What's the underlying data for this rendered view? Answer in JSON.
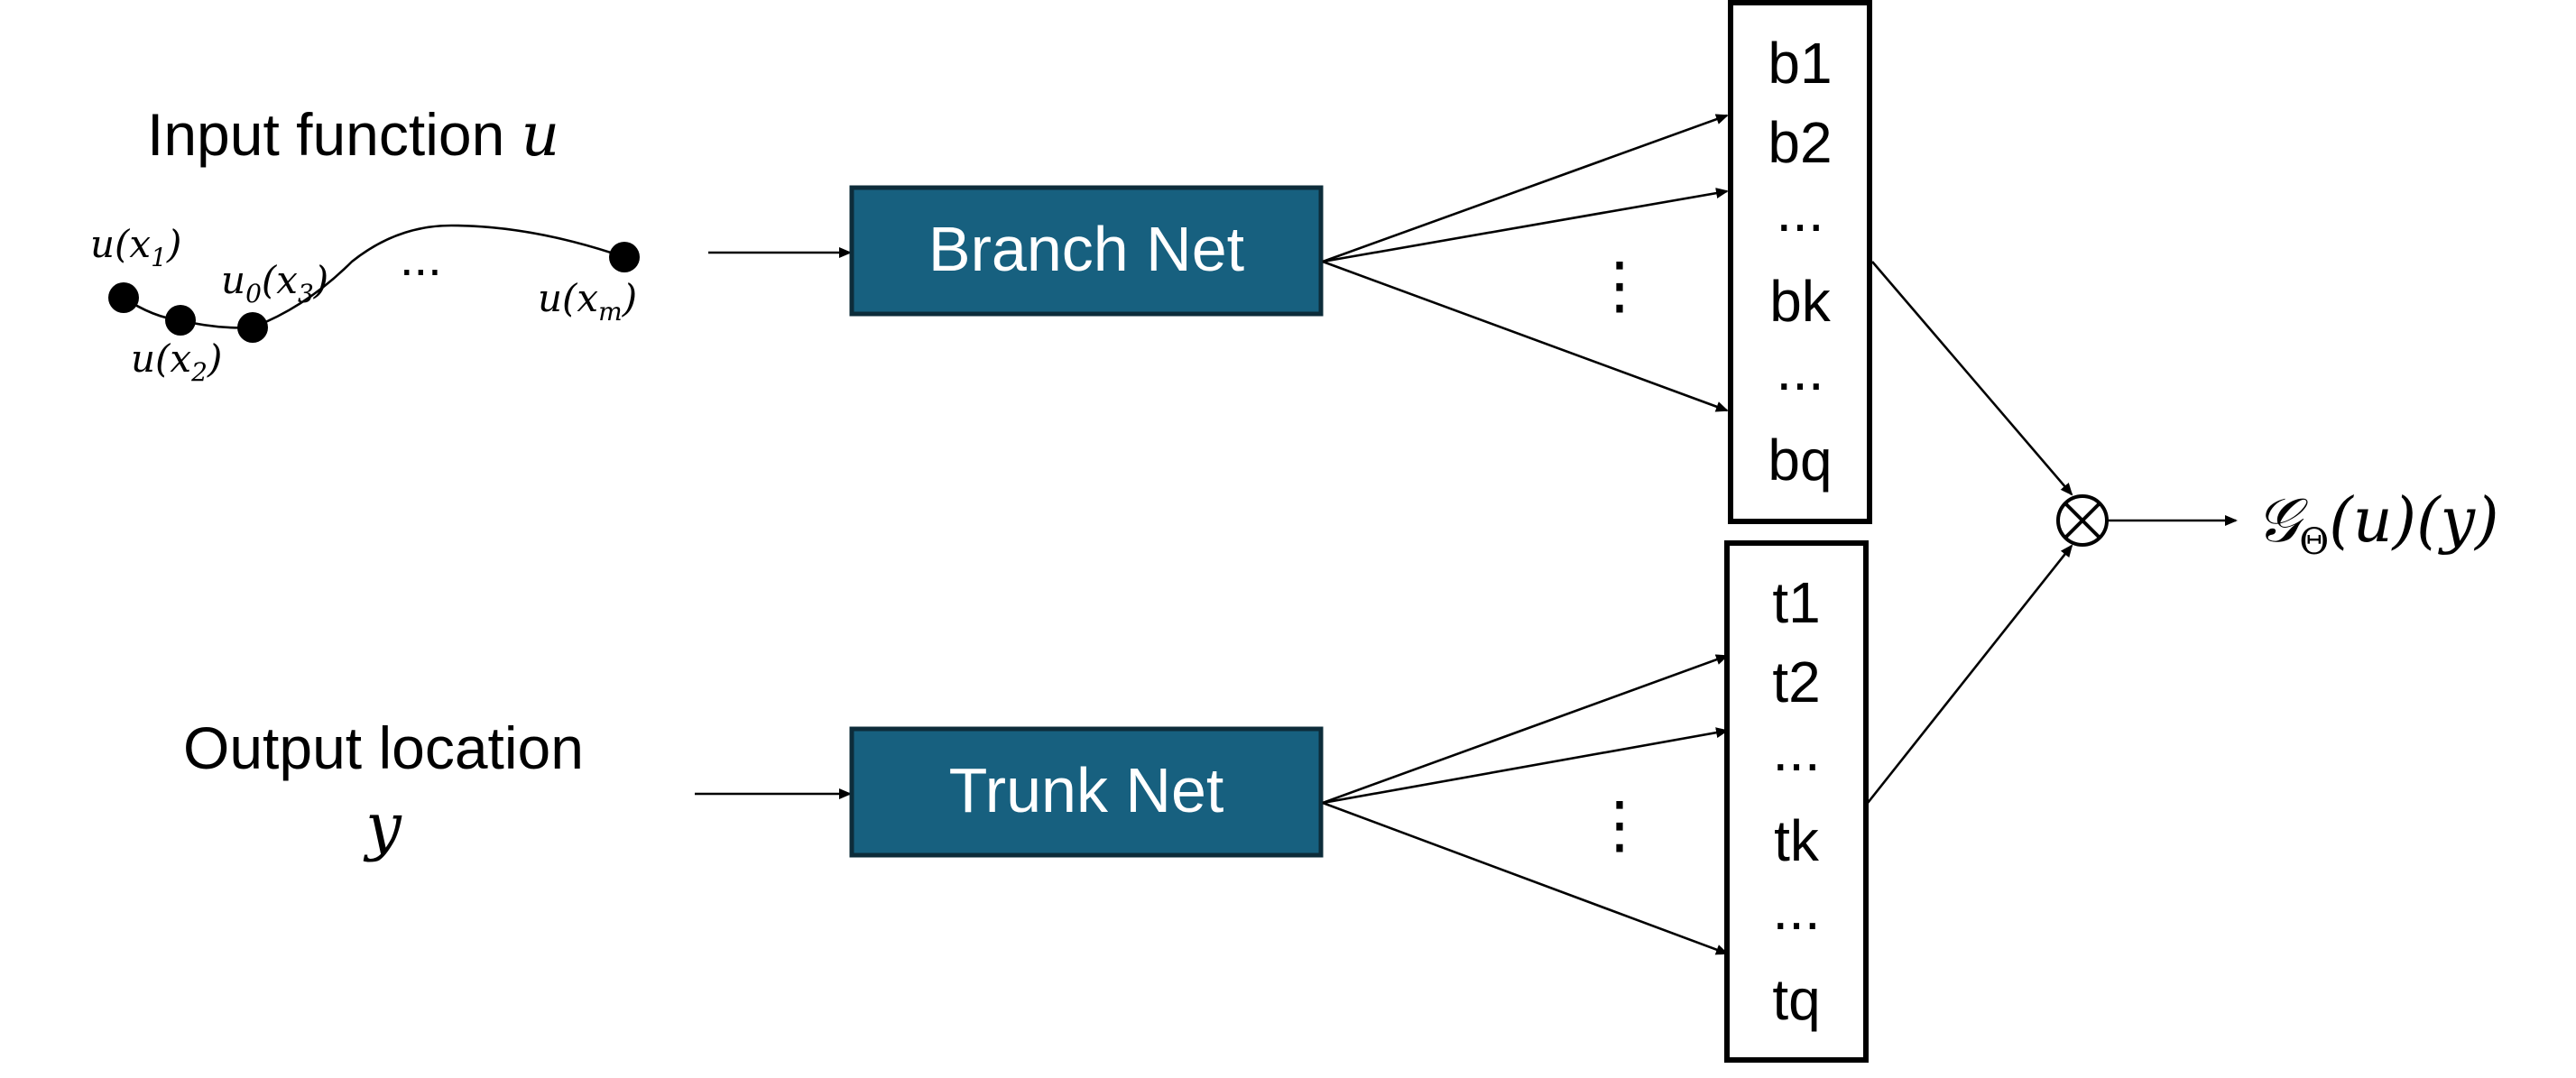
{
  "colors": {
    "net_box_fill": "#17607f",
    "net_box_stroke": "#0d2c3a",
    "line": "#000000",
    "background": "#ffffff"
  },
  "input": {
    "title": "Input function ",
    "title_var": "u",
    "samples": {
      "x1": "u(x",
      "x1_sub": "1",
      "x2": "u(x",
      "x2_sub": "2",
      "x3_pre": "u",
      "x3_pre_sub": "0",
      "x3": "(x",
      "x3_sub": "3",
      "xm": "u(x",
      "xm_sub": "m",
      "close": ")",
      "ellipsis": "..."
    }
  },
  "output_location": {
    "title": "Output location",
    "var": "y"
  },
  "branch_net": {
    "label": "Branch Net"
  },
  "trunk_net": {
    "label": "Trunk Net"
  },
  "branch_vector": [
    "b1",
    "b2",
    "...",
    "bk",
    "...",
    "bq"
  ],
  "trunk_vector": [
    "t1",
    "t2",
    "...",
    "tk",
    "...",
    "tq"
  ],
  "fanout_ellipsis": "⋮",
  "product_symbol": "⊗",
  "result": {
    "G": "𝒢",
    "sub": "Θ",
    "rest": "(u)(y)"
  }
}
